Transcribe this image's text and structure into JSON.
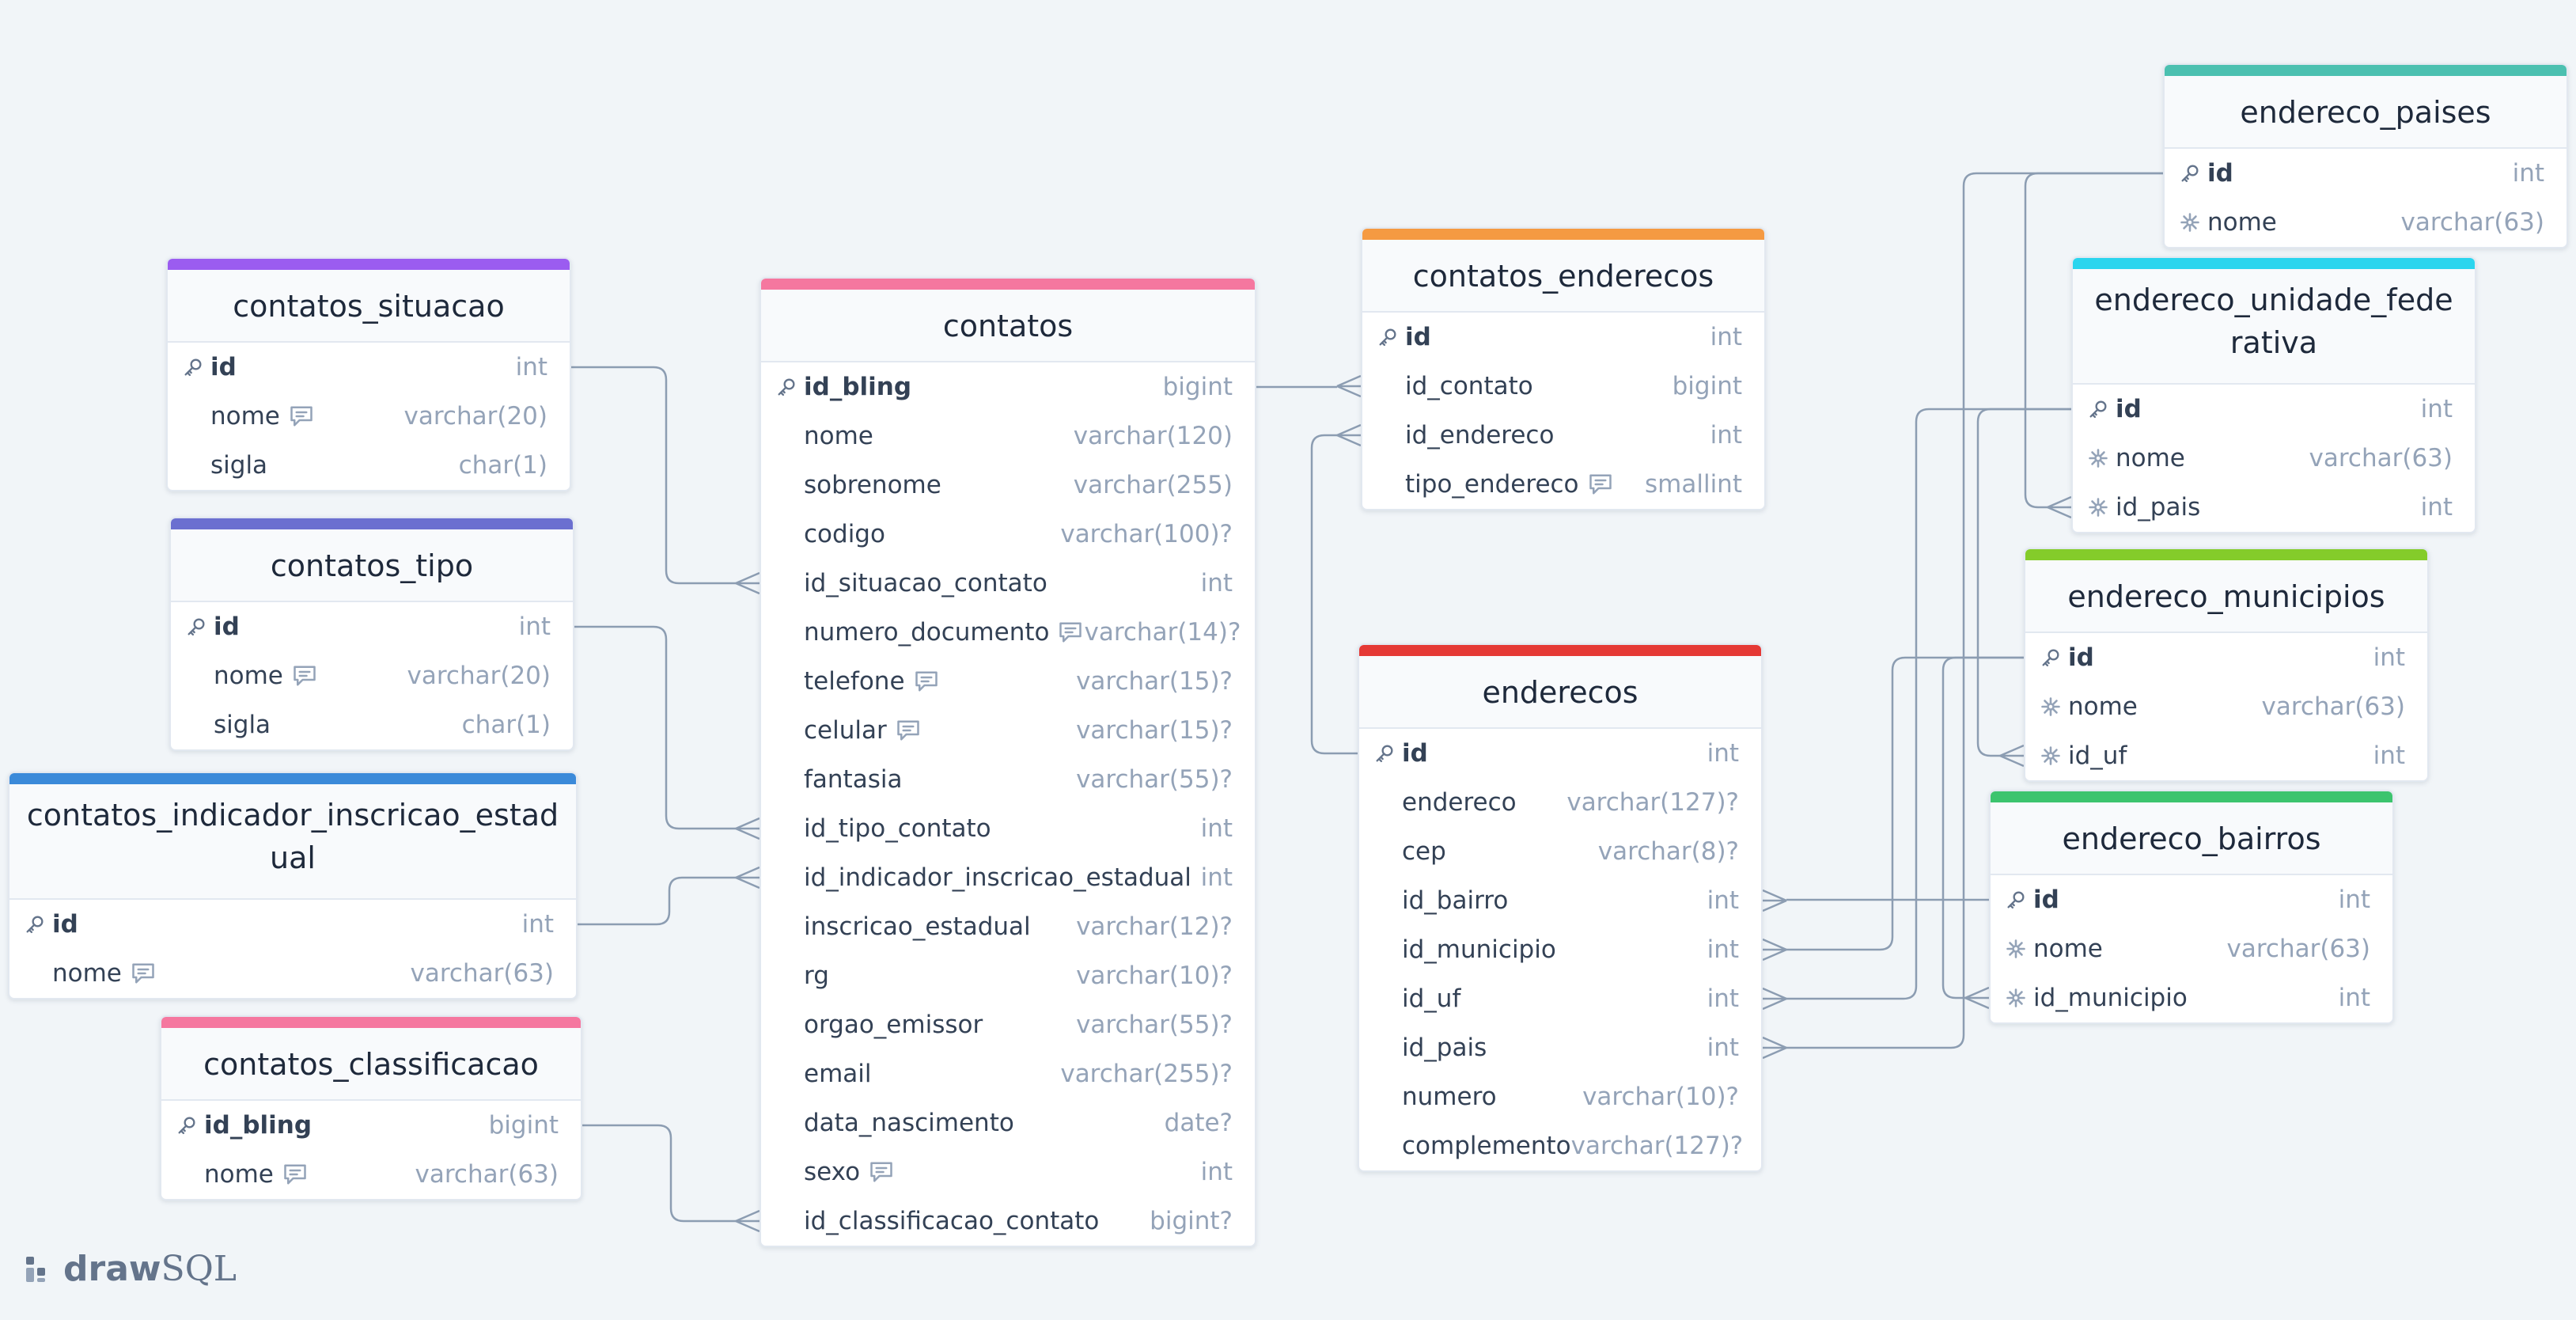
{
  "brand": {
    "part1": "draw",
    "part2": "SQL"
  },
  "colors": {
    "line": "#8c9db2",
    "pk_icon": "#64748b",
    "uk_icon": "#94a3b8"
  },
  "tables": {
    "contatos_situacao": {
      "title": "contatos_situacao",
      "color": "#9b5cf0",
      "columns": [
        {
          "name": "id",
          "type": "int",
          "pk": true
        },
        {
          "name": "nome",
          "type": "varchar(20)",
          "note": true
        },
        {
          "name": "sigla",
          "type": "char(1)"
        }
      ]
    },
    "contatos_tipo": {
      "title": "contatos_tipo",
      "color": "#6b6fd0",
      "columns": [
        {
          "name": "id",
          "type": "int",
          "pk": true
        },
        {
          "name": "nome",
          "type": "varchar(20)",
          "note": true
        },
        {
          "name": "sigla",
          "type": "char(1)"
        }
      ]
    },
    "contatos_indicador_inscricao_estadual": {
      "title": "contatos_indicador_inscricao_estadual",
      "color": "#3b8ad9",
      "columns": [
        {
          "name": "id",
          "type": "int",
          "pk": true
        },
        {
          "name": "nome",
          "type": "varchar(63)",
          "note": true
        }
      ]
    },
    "contatos_classificacao": {
      "title": "contatos_classificacao",
      "color": "#f5779f",
      "columns": [
        {
          "name": "id_bling",
          "type": "bigint",
          "pk": true
        },
        {
          "name": "nome",
          "type": "varchar(63)",
          "note": true
        }
      ]
    },
    "contatos": {
      "title": "contatos",
      "color": "#f5779f",
      "columns": [
        {
          "name": "id_bling",
          "type": "bigint",
          "pk": true
        },
        {
          "name": "nome",
          "type": "varchar(120)"
        },
        {
          "name": "sobrenome",
          "type": "varchar(255)"
        },
        {
          "name": "codigo",
          "type": "varchar(100)?"
        },
        {
          "name": "id_situacao_contato",
          "type": "int"
        },
        {
          "name": "numero_documento",
          "type": "varchar(14)?",
          "note": true
        },
        {
          "name": "telefone",
          "type": "varchar(15)?",
          "note": true
        },
        {
          "name": "celular",
          "type": "varchar(15)?",
          "note": true
        },
        {
          "name": "fantasia",
          "type": "varchar(55)?"
        },
        {
          "name": "id_tipo_contato",
          "type": "int"
        },
        {
          "name": "id_indicador_inscricao_estadual",
          "type": "int"
        },
        {
          "name": "inscricao_estadual",
          "type": "varchar(12)?"
        },
        {
          "name": "rg",
          "type": "varchar(10)?"
        },
        {
          "name": "orgao_emissor",
          "type": "varchar(55)?"
        },
        {
          "name": "email",
          "type": "varchar(255)?"
        },
        {
          "name": "data_nascimento",
          "type": "date?"
        },
        {
          "name": "sexo",
          "type": "int",
          "note": true
        },
        {
          "name": "id_classificacao_contato",
          "type": "bigint?"
        }
      ]
    },
    "contatos_enderecos": {
      "title": "contatos_enderecos",
      "color": "#f59a42",
      "columns": [
        {
          "name": "id",
          "type": "int",
          "pk": true
        },
        {
          "name": "id_contato",
          "type": "bigint"
        },
        {
          "name": "id_endereco",
          "type": "int"
        },
        {
          "name": "tipo_endereco",
          "type": "smallint",
          "note": true
        }
      ]
    },
    "enderecos": {
      "title": "enderecos",
      "color": "#e53935",
      "columns": [
        {
          "name": "id",
          "type": "int",
          "pk": true
        },
        {
          "name": "endereco",
          "type": "varchar(127)?"
        },
        {
          "name": "cep",
          "type": "varchar(8)?"
        },
        {
          "name": "id_bairro",
          "type": "int"
        },
        {
          "name": "id_municipio",
          "type": "int"
        },
        {
          "name": "id_uf",
          "type": "int"
        },
        {
          "name": "id_pais",
          "type": "int"
        },
        {
          "name": "numero",
          "type": "varchar(10)?"
        },
        {
          "name": "complemento",
          "type": "varchar(127)?"
        }
      ]
    },
    "endereco_paises": {
      "title": "endereco_paises",
      "color": "#4bc0b0",
      "columns": [
        {
          "name": "id",
          "type": "int",
          "pk": true
        },
        {
          "name": "nome",
          "type": "varchar(63)",
          "uk": true
        }
      ]
    },
    "endereco_unidade_federativa": {
      "title": "endereco_unidade_federativa",
      "color": "#2ad5ee",
      "columns": [
        {
          "name": "id",
          "type": "int",
          "pk": true
        },
        {
          "name": "nome",
          "type": "varchar(63)",
          "uk": true
        },
        {
          "name": "id_pais",
          "type": "int",
          "uk": true
        }
      ]
    },
    "endereco_municipios": {
      "title": "endereco_municipios",
      "color": "#84cc2a",
      "columns": [
        {
          "name": "id",
          "type": "int",
          "pk": true
        },
        {
          "name": "nome",
          "type": "varchar(63)",
          "uk": true
        },
        {
          "name": "id_uf",
          "type": "int",
          "uk": true
        }
      ]
    },
    "endereco_bairros": {
      "title": "endereco_bairros",
      "color": "#3cc46e",
      "columns": [
        {
          "name": "id",
          "type": "int",
          "pk": true
        },
        {
          "name": "nome",
          "type": "varchar(63)",
          "uk": true
        },
        {
          "name": "id_municipio",
          "type": "int",
          "uk": true
        }
      ]
    }
  },
  "relations": [
    {
      "from": "contatos_situacao.id",
      "to": "contatos.id_situacao_contato"
    },
    {
      "from": "contatos_tipo.id",
      "to": "contatos.id_tipo_contato"
    },
    {
      "from": "contatos_indicador_inscricao_estadual.id",
      "to": "contatos.id_indicador_inscricao_estadual"
    },
    {
      "from": "contatos_classificacao.id_bling",
      "to": "contatos.id_classificacao_contato"
    },
    {
      "from": "contatos.id_bling",
      "to": "contatos_enderecos.id_contato"
    },
    {
      "from": "enderecos.id",
      "to": "contatos_enderecos.id_endereco"
    },
    {
      "from": "endereco_paises.id",
      "to": "endereco_unidade_federativa.id_pais"
    },
    {
      "from": "endereco_paises.id",
      "to": "enderecos.id_pais"
    },
    {
      "from": "endereco_unidade_federativa.id",
      "to": "endereco_municipios.id_uf"
    },
    {
      "from": "endereco_unidade_federativa.id",
      "to": "enderecos.id_uf"
    },
    {
      "from": "endereco_municipios.id",
      "to": "endereco_bairros.id_municipio"
    },
    {
      "from": "endereco_municipios.id",
      "to": "enderecos.id_municipio"
    },
    {
      "from": "endereco_bairros.id",
      "to": "enderecos.id_bairro"
    }
  ]
}
